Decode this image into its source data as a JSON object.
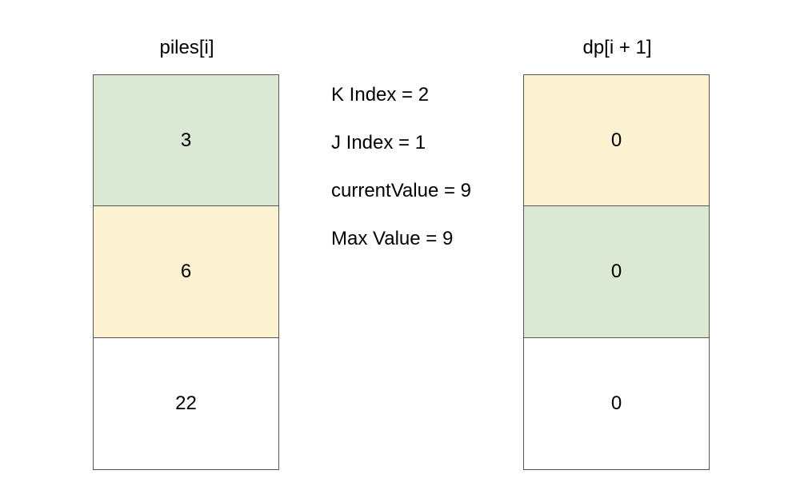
{
  "piles": {
    "title": "piles[i]",
    "cells": [
      {
        "value": "3",
        "color": "#dae8d4"
      },
      {
        "value": "6",
        "color": "#fcf1d0"
      },
      {
        "value": "22",
        "color": "#ffffff"
      }
    ]
  },
  "dp": {
    "title": "dp[i + 1]",
    "cells": [
      {
        "value": "0",
        "color": "#fcf1d0"
      },
      {
        "value": "0",
        "color": "#dae8d4"
      },
      {
        "value": "0",
        "color": "#ffffff"
      }
    ]
  },
  "info": {
    "k_index": "K Index = 2",
    "j_index": "J Index = 1",
    "current_value": "currentValue = 9",
    "max_value": "Max Value = 9"
  }
}
